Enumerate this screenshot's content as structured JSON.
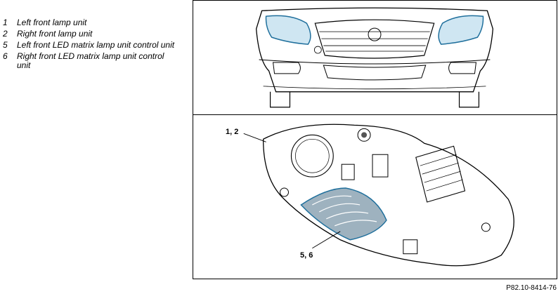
{
  "legend": [
    {
      "number": "1",
      "text": "Left front lamp unit"
    },
    {
      "number": "2",
      "text": "Right front lamp unit"
    },
    {
      "number": "5",
      "text": "Left front LED matrix lamp unit control unit"
    },
    {
      "number": "6",
      "text": "Right front LED matrix lamp unit control unit"
    }
  ],
  "callouts": {
    "lamp_units": "1, 2",
    "control_units": "5, 6"
  },
  "reference_code": "P82.10-8414-76",
  "colors": {
    "headlamp_highlight": "#cfe6f2",
    "highlight_outline": "#1f6f9c",
    "control_unit_fill": "#9eb2bf"
  }
}
